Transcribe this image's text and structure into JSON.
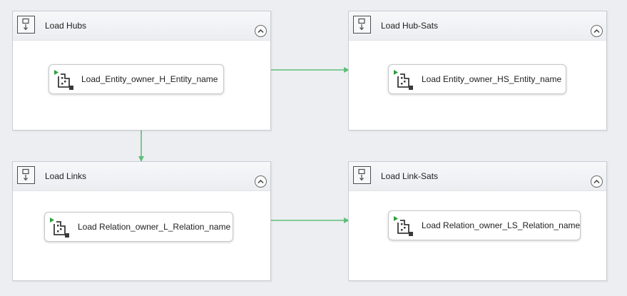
{
  "colors": {
    "canvas": "#eceef1",
    "connector": "#5fbf7b",
    "run_indicator": "#2e9e3e"
  },
  "containers": [
    {
      "title": "Load Hubs",
      "icon": "sequence-container-icon",
      "collapse_icon": "chevron-up-icon",
      "task": {
        "label": "Load_Entity_owner_H_Entity_name",
        "icon": "dataflow-task-icon"
      }
    },
    {
      "title": "Load Hub-Sats",
      "icon": "sequence-container-icon",
      "collapse_icon": "chevron-up-icon",
      "task": {
        "label": "Load Entity_owner_HS_Entity_name",
        "icon": "dataflow-task-icon"
      }
    },
    {
      "title": "Load Links",
      "icon": "sequence-container-icon",
      "collapse_icon": "chevron-up-icon",
      "task": {
        "label": "Load Relation_owner_L_Relation_name",
        "icon": "dataflow-task-icon"
      }
    },
    {
      "title": "Load Link-Sats",
      "icon": "sequence-container-icon",
      "collapse_icon": "chevron-up-icon",
      "task": {
        "label": "Load Relation_owner_LS_Relation_name",
        "icon": "dataflow-task-icon"
      }
    }
  ]
}
